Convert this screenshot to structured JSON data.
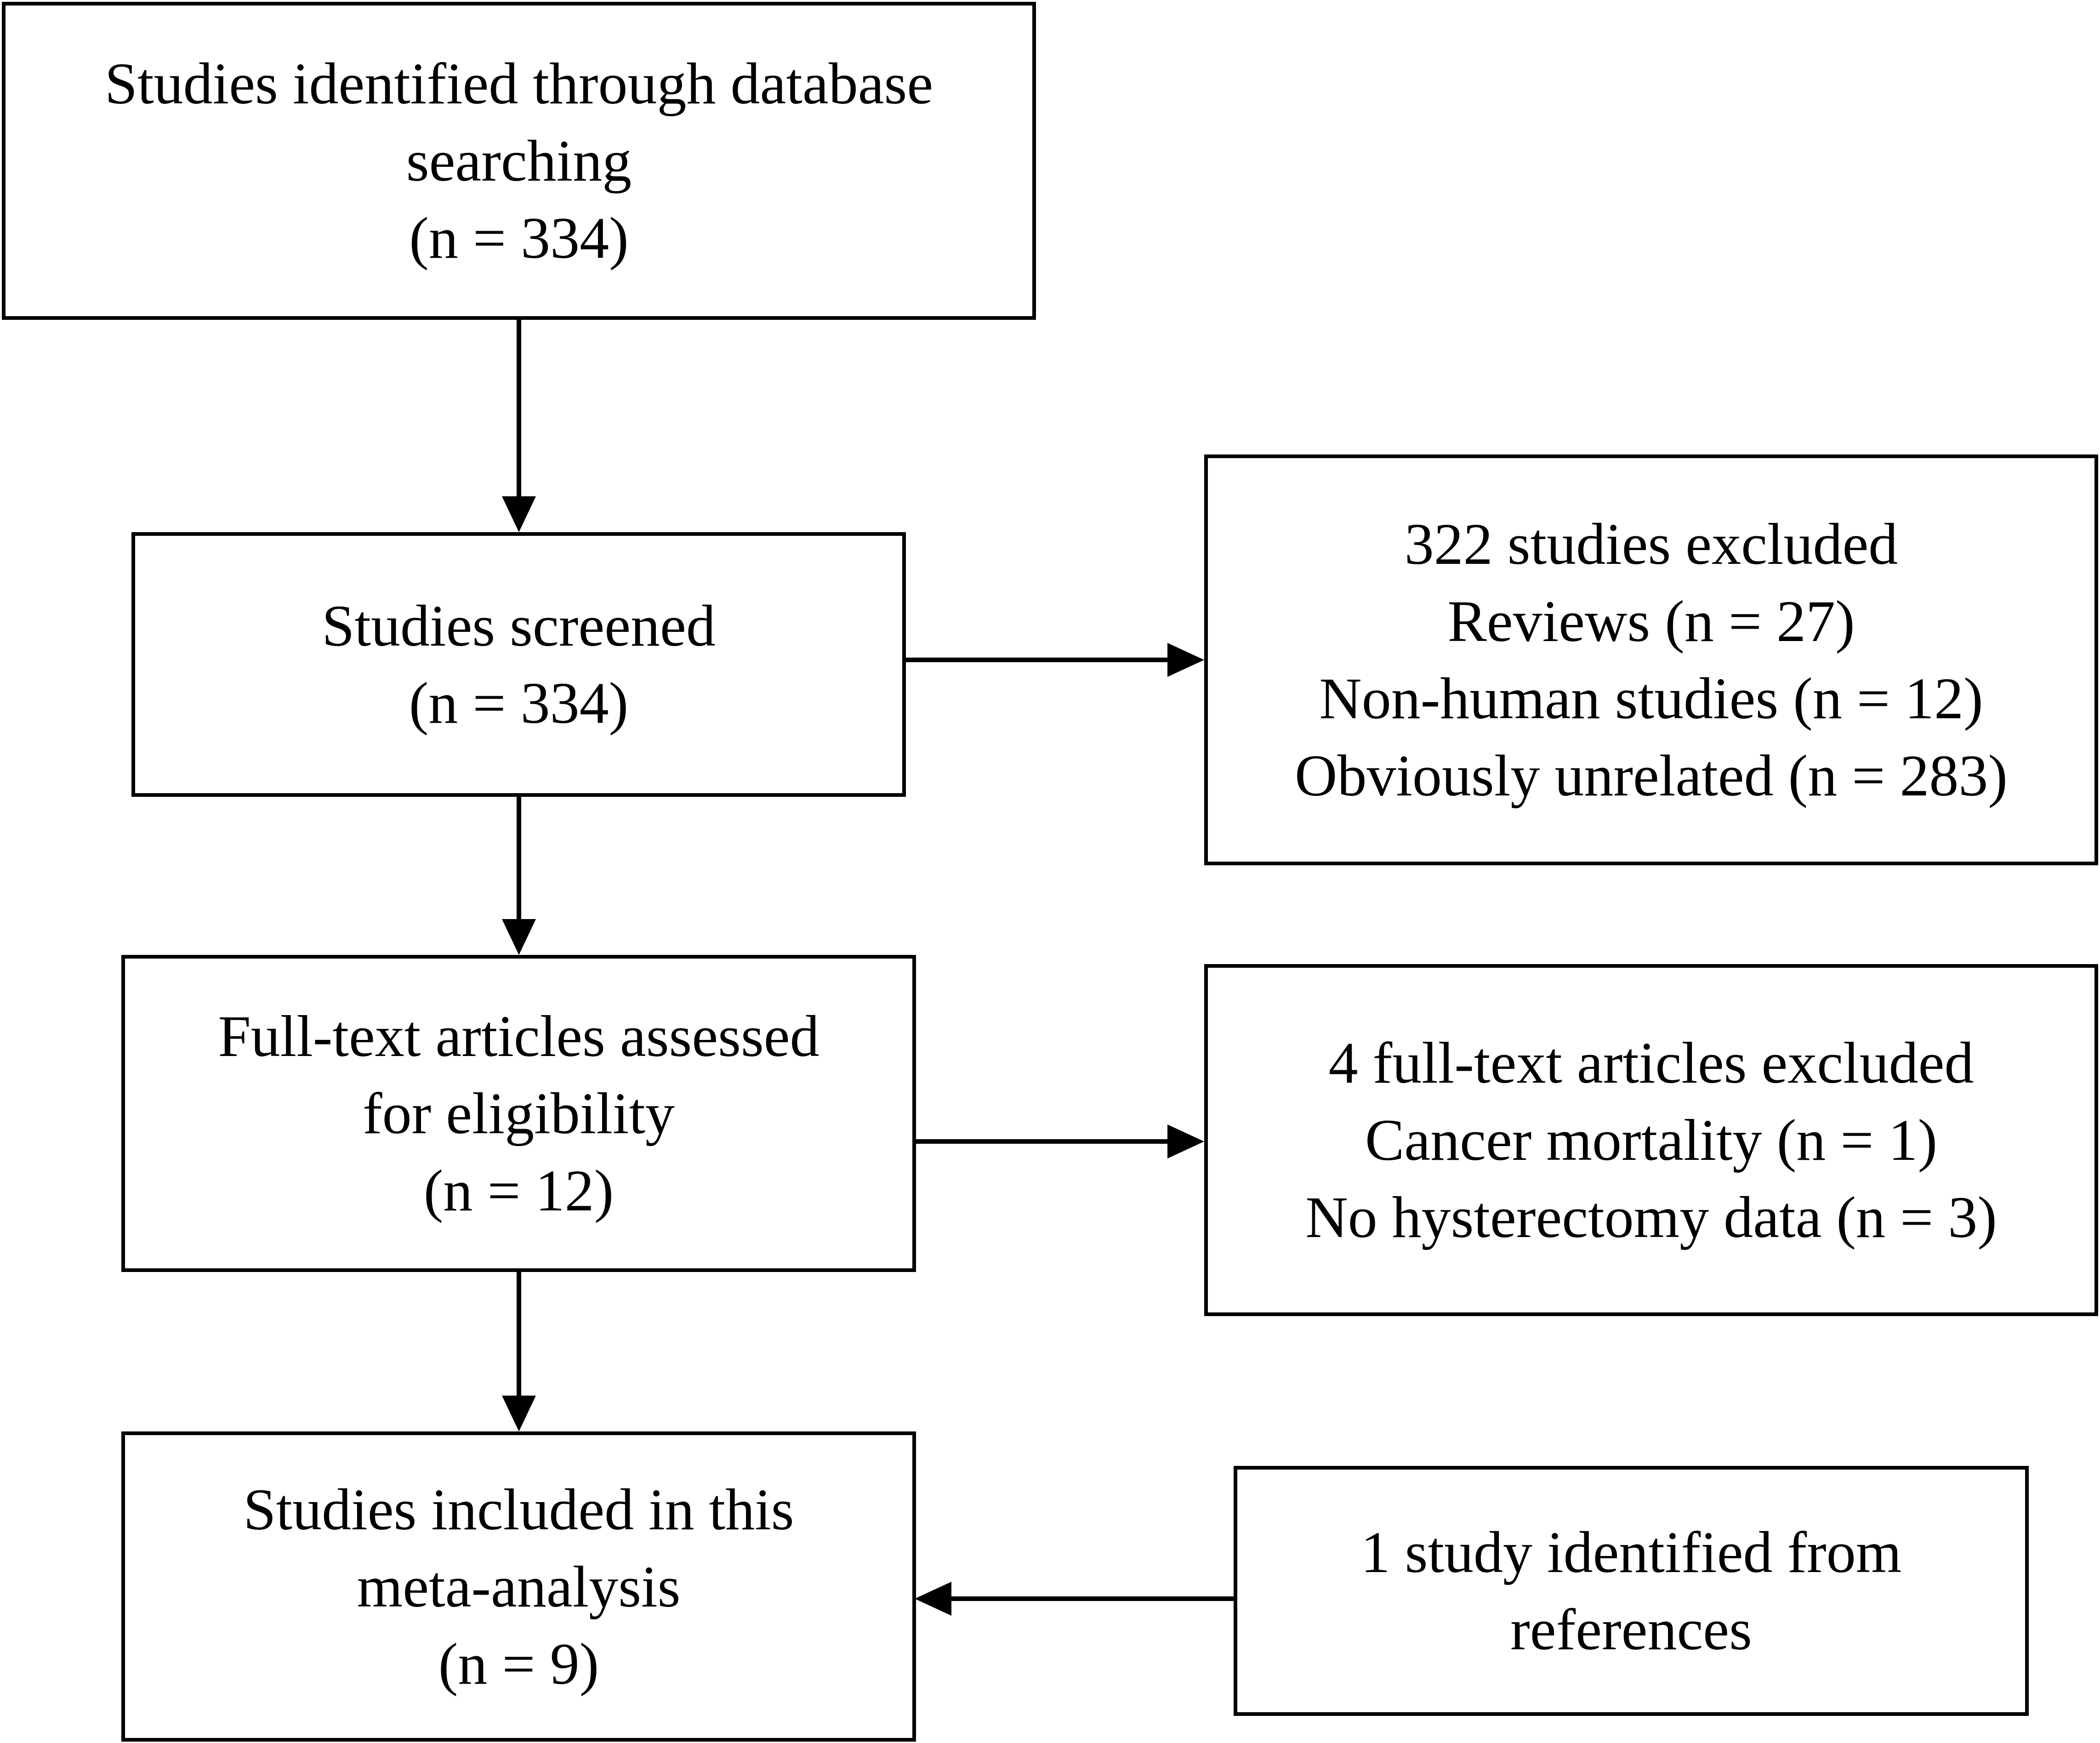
{
  "flowchart": {
    "identified": {
      "lines": [
        "Studies identified through database",
        "searching",
        "(n = 334)"
      ]
    },
    "screened": {
      "lines": [
        "Studies screened",
        "(n = 334)"
      ]
    },
    "excluded_screening": {
      "lines": [
        "322 studies excluded",
        "Reviews (n = 27)",
        "Non-human studies (n = 12)",
        "Obviously unrelated (n = 283)"
      ]
    },
    "fulltext": {
      "lines": [
        "Full-text articles assessed",
        "for eligibility",
        "(n = 12)"
      ]
    },
    "excluded_fulltext": {
      "lines": [
        "4 full-text articles excluded",
        "Cancer mortality (n = 1)",
        "No hysterectomy data (n = 3)"
      ]
    },
    "included": {
      "lines": [
        "Studies included in this",
        "meta-analysis",
        "(n = 9)"
      ]
    },
    "references": {
      "lines": [
        "1 study identified from",
        "references"
      ]
    }
  }
}
